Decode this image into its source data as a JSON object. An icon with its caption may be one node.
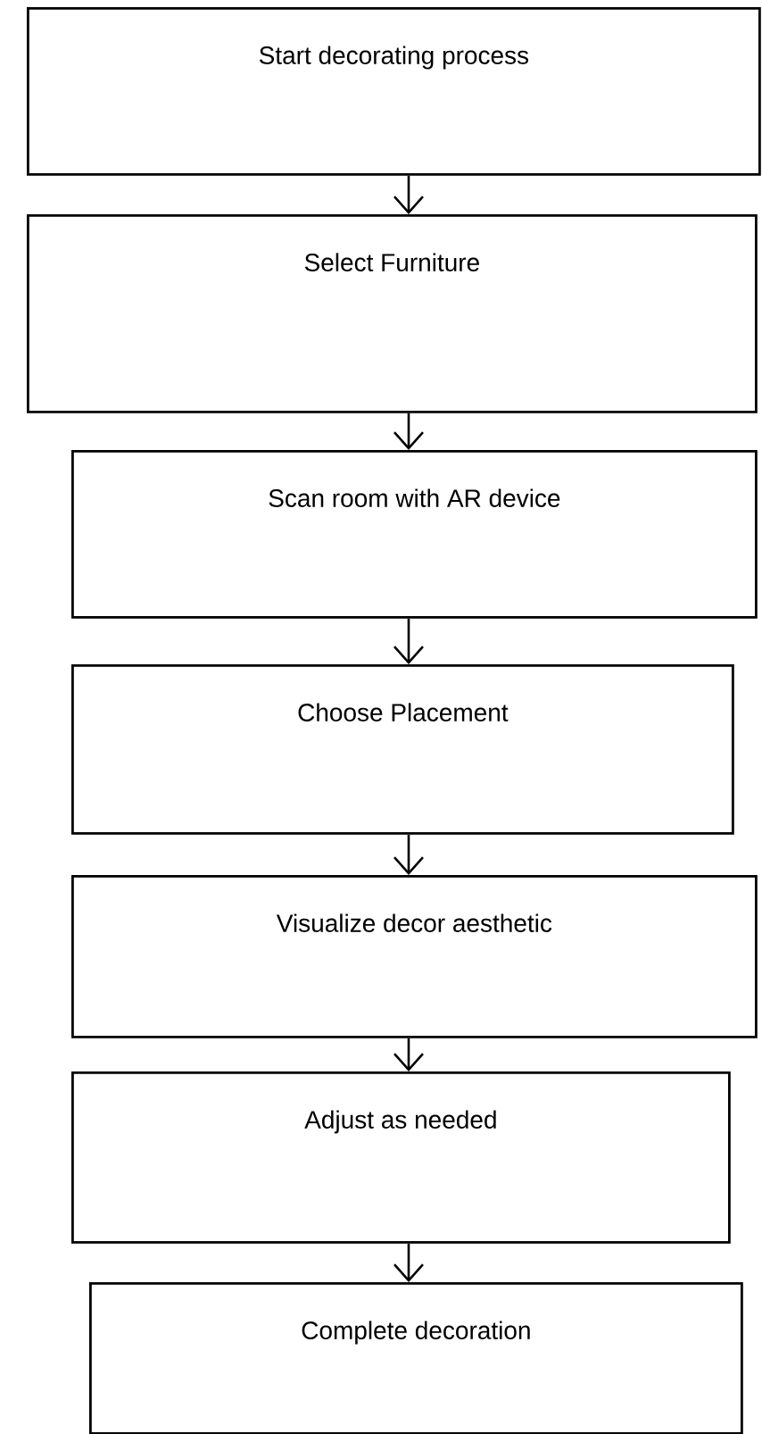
{
  "diagram": {
    "nodes": [
      {
        "text": [
          "Start decorating process"
        ]
      },
      {
        "text": [
          "Select Furniture"
        ]
      },
      {
        "text": [
          "Scan room with AR device"
        ]
      },
      {
        "text": [
          "Choose Placement"
        ]
      },
      {
        "text": [
          "Visualize decor aesthetic"
        ]
      },
      {
        "text": [
          "Adjust as needed"
        ]
      },
      {
        "text": [
          "Complete decoration"
        ]
      }
    ],
    "edges": [
      {
        "from": 0,
        "to": 1,
        "arrow": "to"
      },
      {
        "from": 1,
        "to": 2,
        "arrow": "to"
      },
      {
        "from": 2,
        "to": 3,
        "arrow": "to"
      },
      {
        "from": 3,
        "to": 4,
        "arrow": "to"
      },
      {
        "from": 4,
        "to": 5,
        "arrow": "to"
      },
      {
        "from": 5,
        "to": 6,
        "arrow": "to"
      }
    ]
  }
}
